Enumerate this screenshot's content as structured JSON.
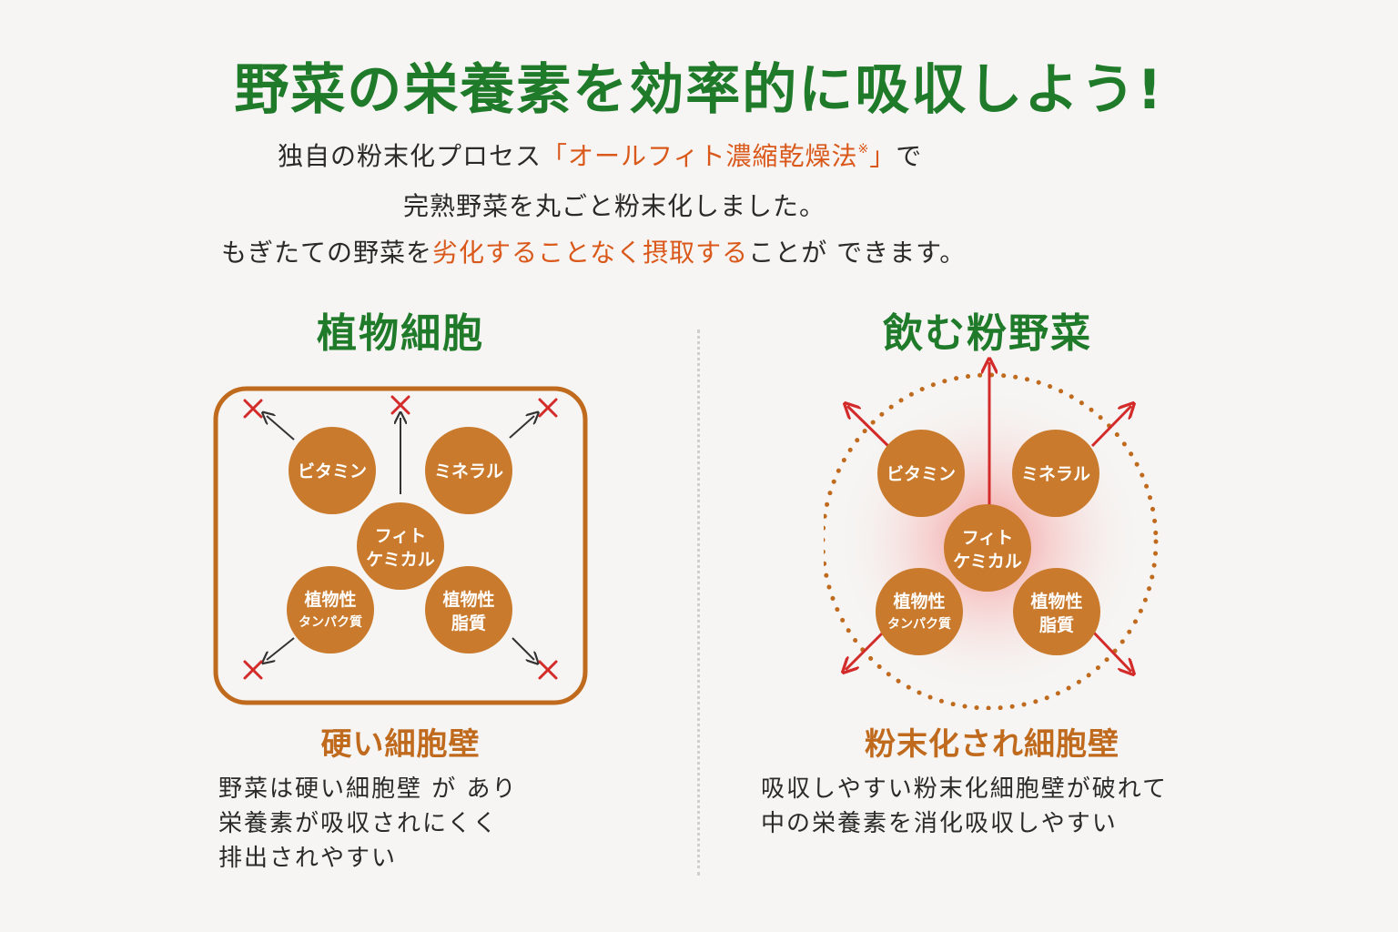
{
  "title": "野菜の栄養素を効率的に吸収しよう!",
  "intro": {
    "line1_a": "独自の粉末化プロセス",
    "line1_hl": "「オールフィト濃縮乾燥法",
    "line1_mark": "※",
    "line1_hl_end": "」",
    "line1_b": "で",
    "line2": "完熟野菜を丸ごと粉末化しました。",
    "line3_a": "もぎたての野菜を",
    "line3_hl": "劣化することなく摂取する",
    "line3_b": "ことが できます。"
  },
  "left": {
    "title": "植物細胞",
    "subtitle": "硬い細胞壁",
    "desc": [
      "野菜は硬い細胞壁 が あり",
      "栄養素が吸収されにくく",
      "排出されやすい"
    ]
  },
  "right": {
    "title": "飲む粉野菜",
    "subtitle": "粉末化され細胞壁",
    "desc": [
      "吸収しやすい粉末化細胞壁が破れて",
      "中の栄養素を消化吸収しやすい"
    ]
  },
  "nutrients": {
    "vitamin": "ビタミン",
    "mineral": "ミネラル",
    "phyto_1": "フィト",
    "phyto_2": "ケミカル",
    "protein_1": "植物性",
    "protein_2": "タンパク質",
    "lipid_1": "植物性",
    "lipid_2": "脂質"
  },
  "icons": {
    "blocked": "cross-icon",
    "escape": "arrow-icon"
  },
  "colors": {
    "green": "#1f7a2a",
    "orange_text": "#d9581a",
    "circle": "#c97a2c",
    "wall": "#c06a1e",
    "red": "#d32a2a",
    "dark_arrow": "#333333"
  }
}
